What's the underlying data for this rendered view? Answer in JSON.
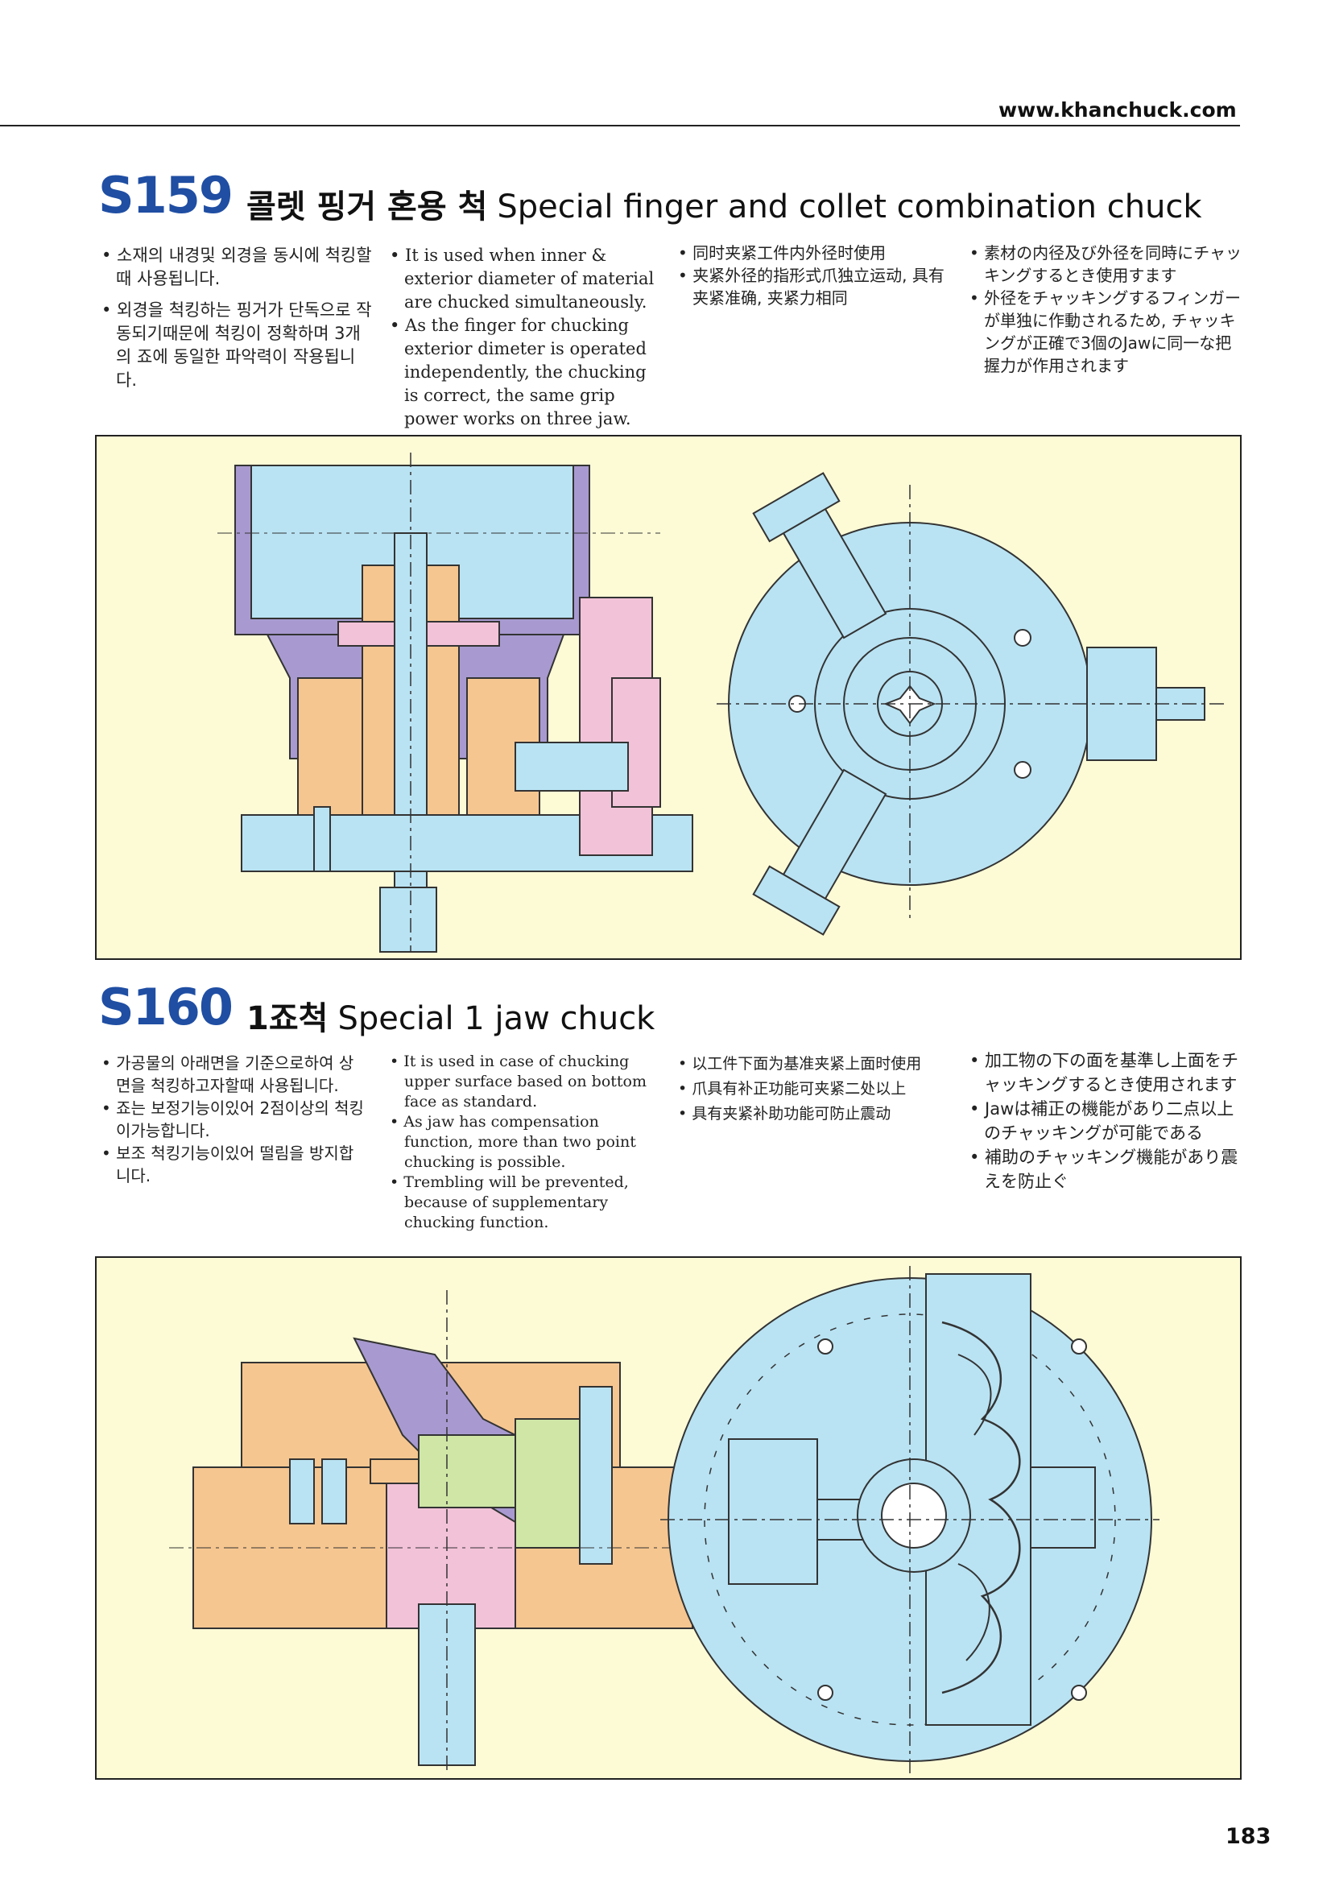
{
  "header": {
    "website": "www.khanchuck.com"
  },
  "sections": [
    {
      "code": "S159",
      "title_ko": "콜렛 핑거 혼용 척",
      "title_en": "Special finger and collet combination chuck",
      "ko": [
        "• 소재의 내경및 외경을 동시에 척킹할때 사용됩니다.",
        "• 외경을 척킹하는 핑거가 단독으로 작동되기때문에 척킹이 정확하며 3개의 죠에 동일한 파악력이 작용됩니다."
      ],
      "en": [
        "• It is used when inner & exterior diameter of material are chucked simultaneously.",
        "• As the finger for chucking exterior dimeter is operated independently, the chucking is correct, the same grip power works on three jaw."
      ],
      "zh": [
        "• 同时夹紧工件内外径时使用",
        "• 夹紧外径的指形式爪独立运动, 具有夹紧准确, 夹紧力相同"
      ],
      "ja": [
        "• 素材の内径及び外径を同時にチャッキングするとき使用すます",
        "• 外径をチャッキングするフィンガーが単独に作動されるため, チャッキングが正確で3個のJawに同一な把握力が作用されます"
      ]
    },
    {
      "code": "S160",
      "title_ko": "1죠척",
      "title_en": "Special 1 jaw chuck",
      "ko": [
        "• 가공물의 아래면을 기준으로하여 상면을 척킹하고자할때 사용됩니다.",
        "• 죠는 보정기능이있어 2점이상의 척킹이가능합니다.",
        "• 보조 척킹기능이있어 떨림을 방지합니다."
      ],
      "en": [
        "• It is used in case of chucking upper surface based on bottom face as standard.",
        "• As jaw has compensation function, more than two point chucking is possible.",
        "• Trembling will be prevented, because of supplementary chucking function."
      ],
      "zh": [
        "• 以工件下面为基准夹紧上面时使用",
        "• 爪具有补正功能可夹紧二处以上",
        "• 具有夹紧补助功能可防止震动"
      ],
      "ja": [
        "• 加工物の下の面を基準し上面をチャッキングするとき使用されます",
        "• Jawは補正の機能があり二点以上のチャッキングが可能である",
        "• 補助のチャッキング機能があり震えを防止ぐ"
      ]
    }
  ],
  "colors": {
    "code_blue": "#1f4ea3",
    "panel_bg": "#fdfbd6",
    "part_blue": "#b9e3f3",
    "part_orange": "#f6c690",
    "part_purple": "#a89ad0",
    "part_pink": "#f2c2d8",
    "part_green": "#cfe6a6"
  },
  "page_number": "183"
}
